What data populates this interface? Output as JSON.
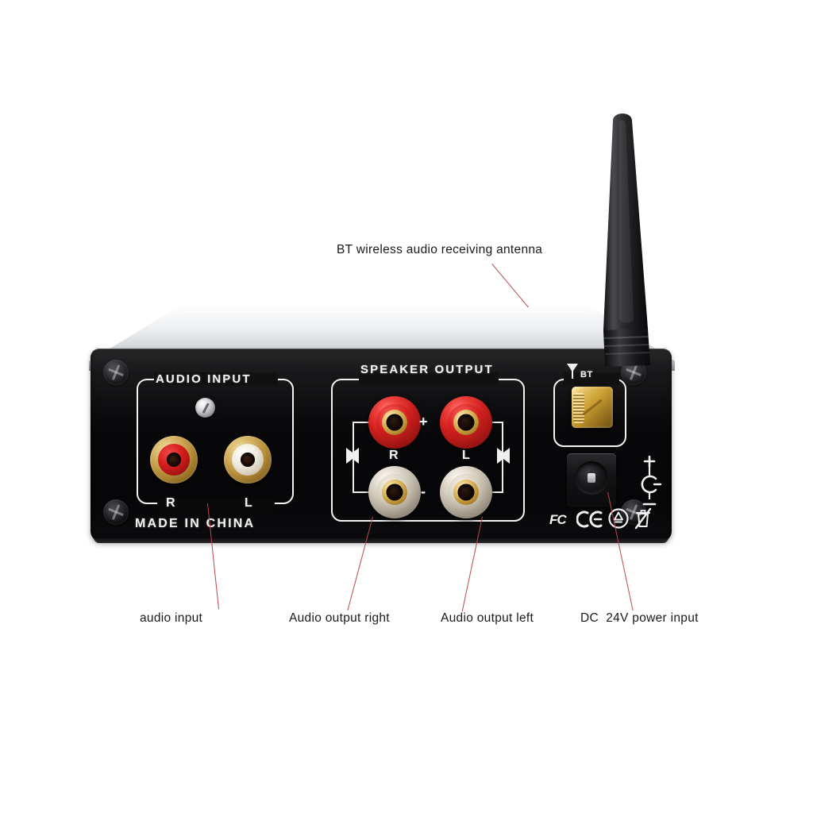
{
  "diagram": {
    "subject": "Bluetooth stereo amplifier rear panel",
    "background_color": "#ffffff",
    "callout_line_color": "#b9474b",
    "panel_color": "#090909",
    "silkscreen_color": "#f2f2f2"
  },
  "callouts": [
    {
      "id": "antenna",
      "label": "BT wireless audio receiving antenna",
      "position": "top"
    },
    {
      "id": "audio-input",
      "label": "audio input",
      "position": "bottom"
    },
    {
      "id": "audio-output-right",
      "label": "Audio output right",
      "position": "bottom"
    },
    {
      "id": "audio-output-left",
      "label": "Audio output left",
      "position": "bottom"
    },
    {
      "id": "dc-power",
      "label": "DC  24V power input",
      "position": "bottom"
    }
  ],
  "panel": {
    "audio_input": {
      "title": "AUDIO INPUT",
      "jacks": [
        {
          "channel": "R",
          "color": "#d81f1f",
          "type": "rca-jack-red"
        },
        {
          "channel": "L",
          "color": "#f2ece0",
          "type": "rca-jack-white"
        }
      ],
      "labels": {
        "right": "R",
        "left": "L"
      }
    },
    "speaker_output": {
      "title": "SPEAKER OUTPUT",
      "polarity_positive": "+",
      "polarity_negative": "-",
      "channel_right": "R",
      "channel_left": "L",
      "posts": [
        {
          "channel": "R",
          "polarity": "+",
          "color": "#cf1f1d"
        },
        {
          "channel": "L",
          "polarity": "+",
          "color": "#cf1f1d"
        },
        {
          "channel": "R",
          "polarity": "-",
          "color": "#c4bcab"
        },
        {
          "channel": "L",
          "polarity": "-",
          "color": "#c4bcab"
        }
      ]
    },
    "bluetooth": {
      "label": "BT",
      "connector_type": "sma-gold",
      "connector_color": "#c89b2e"
    },
    "dc_input": {
      "connector_type": "barrel-jack",
      "polarity_symbol": "center-positive"
    },
    "origin_text": "MADE IN CHINA",
    "certifications": [
      {
        "name": "fcc-mark",
        "label": "FC"
      },
      {
        "name": "ce-mark",
        "label": "CE"
      },
      {
        "name": "recycle-mark",
        "label": ""
      },
      {
        "name": "weee-mark",
        "label": ""
      }
    ]
  }
}
